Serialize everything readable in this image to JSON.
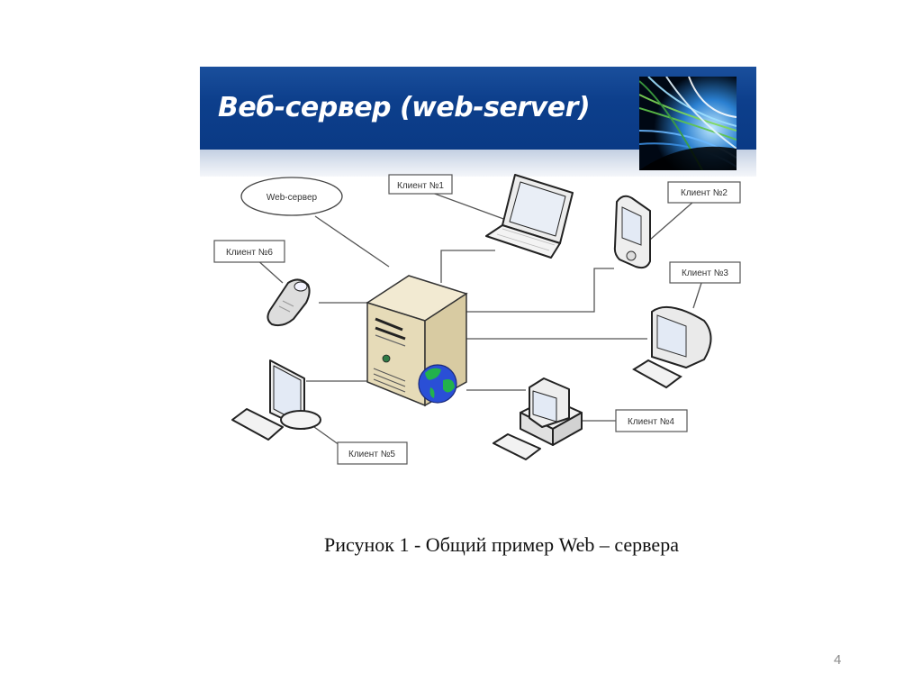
{
  "slide": {
    "banner_title": "Веб-сервер (web-server)",
    "colors": {
      "banner": "#0d3f8c",
      "band": "#dde4ef",
      "server_body": "#e9dfc2",
      "globe_ocean": "#2a4fd6",
      "globe_land": "#22b24c",
      "line": "#555555"
    }
  },
  "diagram": {
    "server_callout": "Web-сервер",
    "clients": [
      {
        "label": "Клиент №1",
        "device": "laptop"
      },
      {
        "label": "Клиент №2",
        "device": "pda"
      },
      {
        "label": "Клиент №3",
        "device": "crt-monitor"
      },
      {
        "label": "Клиент №4",
        "device": "desktop-pc"
      },
      {
        "label": "Клиент №5",
        "device": "lcd-monitor"
      },
      {
        "label": "Клиент №6",
        "device": "mobile-phone"
      }
    ]
  },
  "caption": "Рисунок 1 - Общий пример Web – сервера",
  "page_number": "4"
}
